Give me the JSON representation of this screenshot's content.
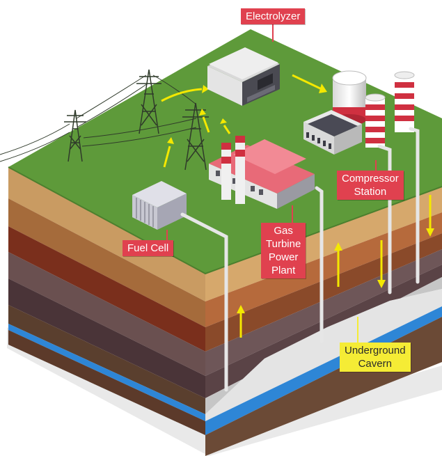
{
  "labels": {
    "electrolyzer": "Electrolyzer",
    "compressor_line1": "Compressor",
    "compressor_line2": "Station",
    "fuel_cell": "Fuel Cell",
    "gas_line1": "Gas",
    "gas_line2": "Turbine",
    "gas_line3": "Power",
    "gas_line4": "Plant",
    "cavern_line1": "Underground",
    "cavern_line2": "Cavern"
  },
  "colors": {
    "label_red": "#e0414f",
    "label_yellow": "#f5ec35",
    "grass": "#5e9a3a",
    "arrow_yellow": "#f4e800"
  },
  "icons": [
    "transmission-tower-icon",
    "electrolyzer-building-icon",
    "storage-tank-icon",
    "fuel-cell-icon",
    "power-plant-icon",
    "compressor-building-icon"
  ]
}
